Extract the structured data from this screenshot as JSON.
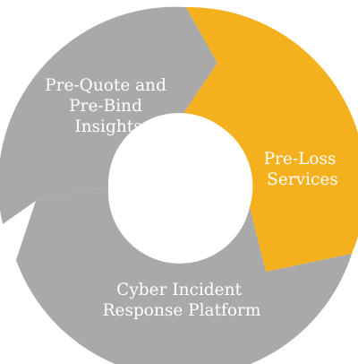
{
  "diagram": {
    "segments": [
      {
        "id": "pre-quote",
        "label_lines": [
          "Pre-Quote and",
          "Pre-Bind",
          "Insights"
        ],
        "color": "#a9a9a9"
      },
      {
        "id": "pre-loss",
        "label_lines": [
          "Pre-Loss",
          "Services"
        ],
        "color": "#f5b01e"
      },
      {
        "id": "cyber-incident",
        "label_lines": [
          "Cyber Incident",
          "Response Platform"
        ],
        "color": "#a9a9a9"
      }
    ],
    "center_color": "#ffffff"
  }
}
